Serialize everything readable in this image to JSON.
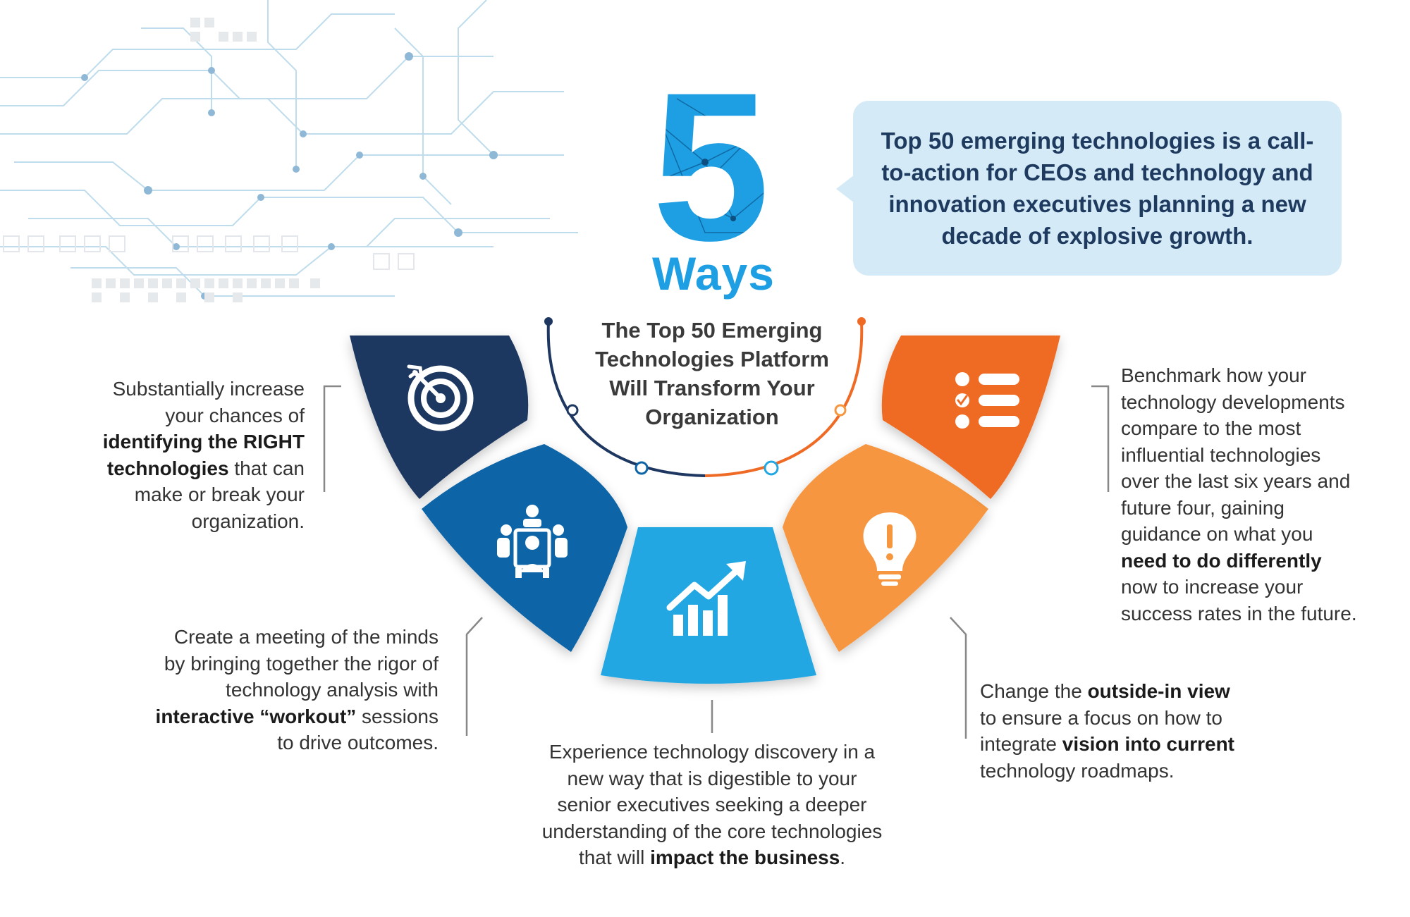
{
  "headline": {
    "number": "5",
    "word": "Ways"
  },
  "callout": {
    "text": "Top 50 emerging technologies is a call-to-action for CEOs and technology and innovation executives planning a new decade of explosive growth."
  },
  "center_title": [
    "The Top 50 Emerging",
    "Technologies Platform",
    "Will Transform Your",
    "Organization"
  ],
  "colors": {
    "navy": "#1d3761",
    "royal_blue": "#0d65a8",
    "sky_blue": "#22a7e3",
    "light_orange": "#f6963f",
    "deep_orange": "#ef6a24",
    "callout_bg": "#d4eaf7",
    "headline_blue": "#1f9fe3"
  },
  "segments": [
    {
      "icon": "target-icon",
      "color": "#1d3761"
    },
    {
      "icon": "meeting-icon",
      "color": "#0d65a8"
    },
    {
      "icon": "growth-chart-icon",
      "color": "#22a7e3"
    },
    {
      "icon": "lightbulb-icon",
      "color": "#f6963f"
    },
    {
      "icon": "checklist-icon",
      "color": "#ef6a24"
    }
  ],
  "descriptions": {
    "d1": [
      [
        {
          "t": "Substantially increase"
        }
      ],
      [
        {
          "t": "your chances of"
        }
      ],
      [
        {
          "t": "identifying the RIGHT",
          "b": true
        }
      ],
      [
        {
          "t": "technologies",
          "b": true
        },
        {
          "t": " that can"
        }
      ],
      [
        {
          "t": "make or break your"
        }
      ],
      [
        {
          "t": "organization."
        }
      ]
    ],
    "d2": [
      [
        {
          "t": "Create a meeting of the minds"
        }
      ],
      [
        {
          "t": "by bringing together the rigor of"
        }
      ],
      [
        {
          "t": "technology analysis with"
        }
      ],
      [
        {
          "t": "interactive “workout”",
          "b": true
        },
        {
          "t": " sessions"
        }
      ],
      [
        {
          "t": "to drive outcomes."
        }
      ]
    ],
    "d3": [
      [
        {
          "t": "Experience technology discovery in a"
        }
      ],
      [
        {
          "t": "new way that is digestible to your"
        }
      ],
      [
        {
          "t": "senior executives seeking a deeper"
        }
      ],
      [
        {
          "t": "understanding of the core technologies"
        }
      ],
      [
        {
          "t": "that will "
        },
        {
          "t": "impact the business",
          "b": true
        },
        {
          "t": "."
        }
      ]
    ],
    "d4": [
      [
        {
          "t": "Change the "
        },
        {
          "t": "outside-in view",
          "b": true
        }
      ],
      [
        {
          "t": "to ensure a focus on how to"
        }
      ],
      [
        {
          "t": "integrate "
        },
        {
          "t": "vision into current",
          "b": true
        }
      ],
      [
        {
          "t": "technology roadmaps."
        }
      ]
    ],
    "d5": [
      [
        {
          "t": "Benchmark how your"
        }
      ],
      [
        {
          "t": "technology developments"
        }
      ],
      [
        {
          "t": "compare to the most"
        }
      ],
      [
        {
          "t": "influential technologies"
        }
      ],
      [
        {
          "t": "over the last six years and"
        }
      ],
      [
        {
          "t": "future four, gaining"
        }
      ],
      [
        {
          "t": "guidance on what you"
        }
      ],
      [
        {
          "t": "need to do differently",
          "b": true
        }
      ],
      [
        {
          "t": "now to increase your"
        }
      ],
      [
        {
          "t": "success rates in the future."
        }
      ]
    ]
  }
}
